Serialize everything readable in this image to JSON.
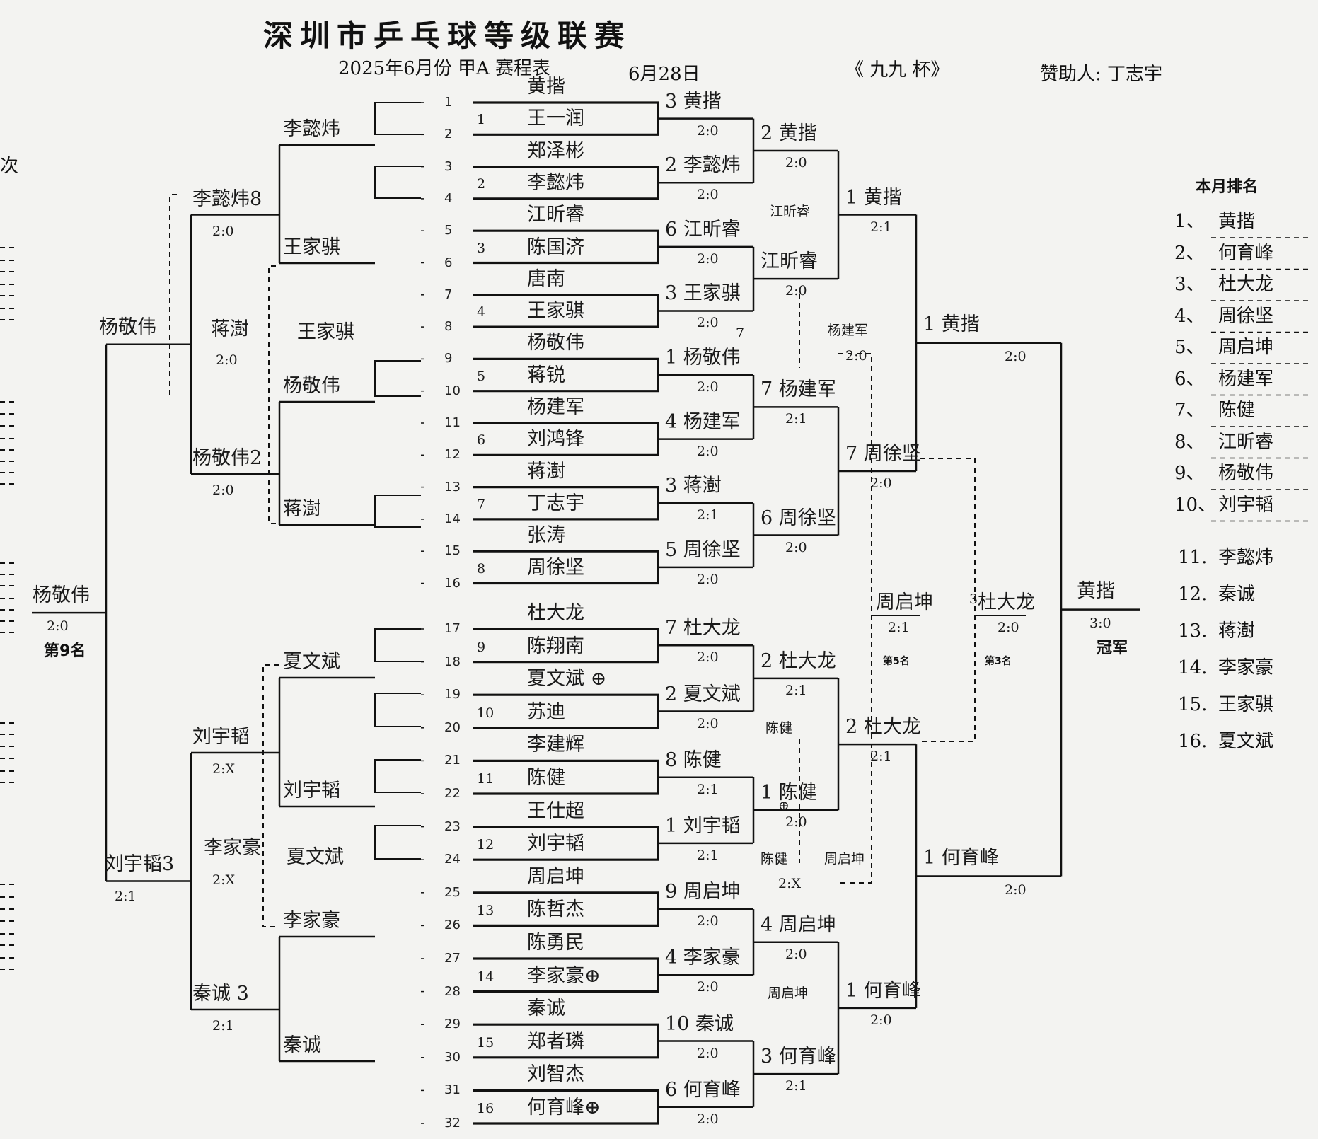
{
  "header": {
    "title": "深圳市乒乓球等级联赛",
    "subtitle": "2025年6月份 甲A 赛程表",
    "date": "6月28日",
    "cup": "《 九九 杯》",
    "sponsor": "赞助人: 丁志宇",
    "left_edge": "次"
  },
  "slots": [
    "1",
    "2",
    "3",
    "4",
    "5",
    "6",
    "7",
    "8",
    "9",
    "10",
    "11",
    "12",
    "13",
    "14",
    "15",
    "16",
    "17",
    "18",
    "19",
    "20",
    "21",
    "22",
    "23",
    "24",
    "25",
    "26",
    "27",
    "28",
    "29",
    "30",
    "31",
    "32"
  ],
  "r1_players": [
    "黄揩",
    "王一润",
    "郑泽彬",
    "李懿炜",
    "江昕睿",
    "陈国济",
    "唐南",
    "王家骐",
    "杨敬伟",
    "蒋锐",
    "杨建军",
    "刘鸿锋",
    "蒋澍",
    "丁志宇",
    "张涛",
    "周徐坚",
    "杜大龙",
    "陈翔南",
    "夏文斌 ⊕",
    "苏迪",
    "李建辉",
    "陈健",
    "王仕超",
    "刘宇韬",
    "周启坤",
    "陈哲杰",
    "陈勇民",
    "李家豪⊕",
    "秦诚",
    "郑者璘",
    "刘智杰",
    "何育峰⊕"
  ],
  "seeds": [
    "1",
    "2",
    "3",
    "4",
    "5",
    "6",
    "7",
    "8",
    "9",
    "10",
    "11",
    "12",
    "13",
    "14",
    "15",
    "16"
  ],
  "r2": [
    {
      "name": "3 黄揩",
      "score": "2:0"
    },
    {
      "name": "2 李懿炜",
      "score": "2:0"
    },
    {
      "name": "6 江昕睿",
      "score": "2:0"
    },
    {
      "name": "3 王家骐",
      "score": "2:0"
    },
    {
      "name": "1 杨敬伟",
      "score": "2:0"
    },
    {
      "name": "4 杨建军",
      "score": "2:0"
    },
    {
      "name": "3 蒋澍",
      "score": "2:1"
    },
    {
      "name": "5 周徐坚",
      "score": "2:0"
    },
    {
      "name": "7 杜大龙",
      "score": "2:0"
    },
    {
      "name": "2 夏文斌",
      "score": "2:0"
    },
    {
      "name": "8 陈健",
      "score": "2:1"
    },
    {
      "name": "1 刘宇韬",
      "score": "2:1"
    },
    {
      "name": "9 周启坤",
      "score": "2:0"
    },
    {
      "name": "4 李家豪",
      "score": "2:0"
    },
    {
      "name": "10 秦诚",
      "score": "2:0"
    },
    {
      "name": "6 何育峰",
      "score": "2:0"
    }
  ],
  "r3": [
    {
      "name": "2 黄揩",
      "score": "2:0"
    },
    {
      "name": "江昕睿",
      "score": "2:0"
    },
    {
      "name": "7 杨建军",
      "score": "2:1"
    },
    {
      "name": "6 周徐坚",
      "score": "2:0"
    },
    {
      "name": "2 杜大龙",
      "score": "2:1"
    },
    {
      "name": "1 陈健",
      "score": "2:0"
    },
    {
      "name": "4 周启坤",
      "score": "2:0"
    },
    {
      "name": "3 何育峰",
      "score": "2:1"
    }
  ],
  "r3_losers": [
    "江昕睿",
    "杨建军",
    "陈健",
    "周启坤"
  ],
  "r4": [
    {
      "name": "1 黄揩",
      "score": "2:1"
    },
    {
      "name": "7 周徐坚",
      "score": "2:0"
    },
    {
      "name": "2 杜大龙",
      "score": "2:1"
    },
    {
      "name": "1 何育峰",
      "score": "2:0"
    }
  ],
  "side_notes": [
    "江昕睿",
    "7",
    "杨建军",
    "2:0",
    "陈健",
    "⊕",
    "陈健",
    "2:X",
    "周启坤",
    "周启坤"
  ],
  "sf": [
    {
      "name": "1 黄揩",
      "score": "2:0"
    },
    {
      "name": "1 何育峰",
      "score": "2:0"
    }
  ],
  "final": {
    "name": "黄揩",
    "score": "3:0",
    "label": "冠军"
  },
  "third": {
    "seed": "3",
    "name": "杜大龙",
    "score": "2:0",
    "label": "第3名"
  },
  "fifth": {
    "name": "周启坤",
    "score": "2:1",
    "label": "第5名"
  },
  "left_bracket": {
    "top": [
      {
        "name": "李懿炜",
        "score": ""
      },
      {
        "name": "王家骐",
        "score": ""
      },
      {
        "name": "杨敬伟",
        "score": ""
      },
      {
        "name": "蒋澍",
        "score": ""
      }
    ],
    "top_mid": [
      {
        "name": "李懿炜8",
        "score": "2:0"
      },
      {
        "name": "杨敬伟2",
        "score": "2:0"
      }
    ],
    "top_extra": [
      {
        "name": "蒋澍",
        "score": "2:0"
      },
      {
        "name": "王家骐",
        "score": ""
      }
    ],
    "top_final": {
      "name": "杨敬伟",
      "score": ""
    },
    "bottom": [
      {
        "name": "夏文斌",
        "score": ""
      },
      {
        "name": "刘宇韬",
        "score": ""
      },
      {
        "name": "李家豪",
        "score": ""
      },
      {
        "name": "秦诚",
        "score": ""
      }
    ],
    "bottom_mid": [
      {
        "name": "刘宇韬",
        "score": "2:X"
      },
      {
        "name": "秦诚 3",
        "score": "2:1"
      }
    ],
    "bottom_extra": [
      {
        "name": "李家豪",
        "score": "2:X"
      },
      {
        "name": "夏文斌",
        "score": ""
      }
    ],
    "bottom_final": {
      "name": "刘宇韬3",
      "score": "2:1"
    },
    "ninth": {
      "name": "杨敬伟",
      "score": "2:0",
      "label": "第9名"
    }
  },
  "ranking": {
    "title": "本月排名",
    "items": [
      {
        "rank": "1、",
        "name": "黄揩"
      },
      {
        "rank": "2、",
        "name": "何育峰"
      },
      {
        "rank": "3、",
        "name": "杜大龙"
      },
      {
        "rank": "4、",
        "name": "周徐坚"
      },
      {
        "rank": "5、",
        "name": "周启坤"
      },
      {
        "rank": "6、",
        "name": "杨建军"
      },
      {
        "rank": "7、",
        "name": "陈健"
      },
      {
        "rank": "8、",
        "name": "江昕睿"
      },
      {
        "rank": "9、",
        "name": "杨敬伟"
      },
      {
        "rank": "10、",
        "name": "刘宇韬"
      },
      {
        "rank": "11.",
        "name": "李懿炜"
      },
      {
        "rank": "12.",
        "name": "秦诚"
      },
      {
        "rank": "13.",
        "name": "蒋澍"
      },
      {
        "rank": "14.",
        "name": "李家豪"
      },
      {
        "rank": "15.",
        "name": "王家骐"
      },
      {
        "rank": "16.",
        "name": "夏文斌"
      }
    ]
  }
}
